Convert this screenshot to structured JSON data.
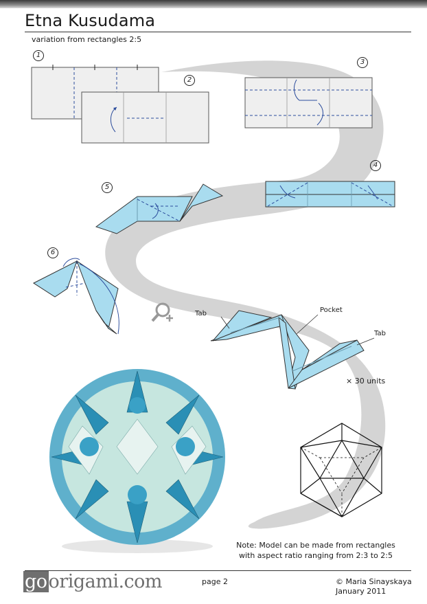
{
  "header": {
    "title": "Etna Kusudama",
    "subtitle": "variation from rectangles 2:5"
  },
  "steps": {
    "s1": "1",
    "s2": "2",
    "s3": "3",
    "s4": "4",
    "s5": "5",
    "s6": "6"
  },
  "assembly": {
    "tab_left": "Tab",
    "pocket": "Pocket",
    "tab_right": "Tab",
    "units": "× 30 units"
  },
  "note": {
    "line1": "Note: Model can be made from rectangles",
    "line2": "with aspect ratio ranging from 2:3 to 2:5"
  },
  "footer": {
    "brand_go": "go",
    "brand_rest": "origami.com",
    "page": "page 2",
    "author": "© Maria Sinayskaya",
    "date": "January 2011"
  },
  "colors": {
    "paper_blue": "#a9dcef",
    "paper_white": "#efefef",
    "path_gray": "#d2d2d2",
    "fold_blue": "#2b4c9c"
  },
  "icons": [
    "zoom-in-icon",
    "icosahedron-icon",
    "kusudama-photo"
  ]
}
